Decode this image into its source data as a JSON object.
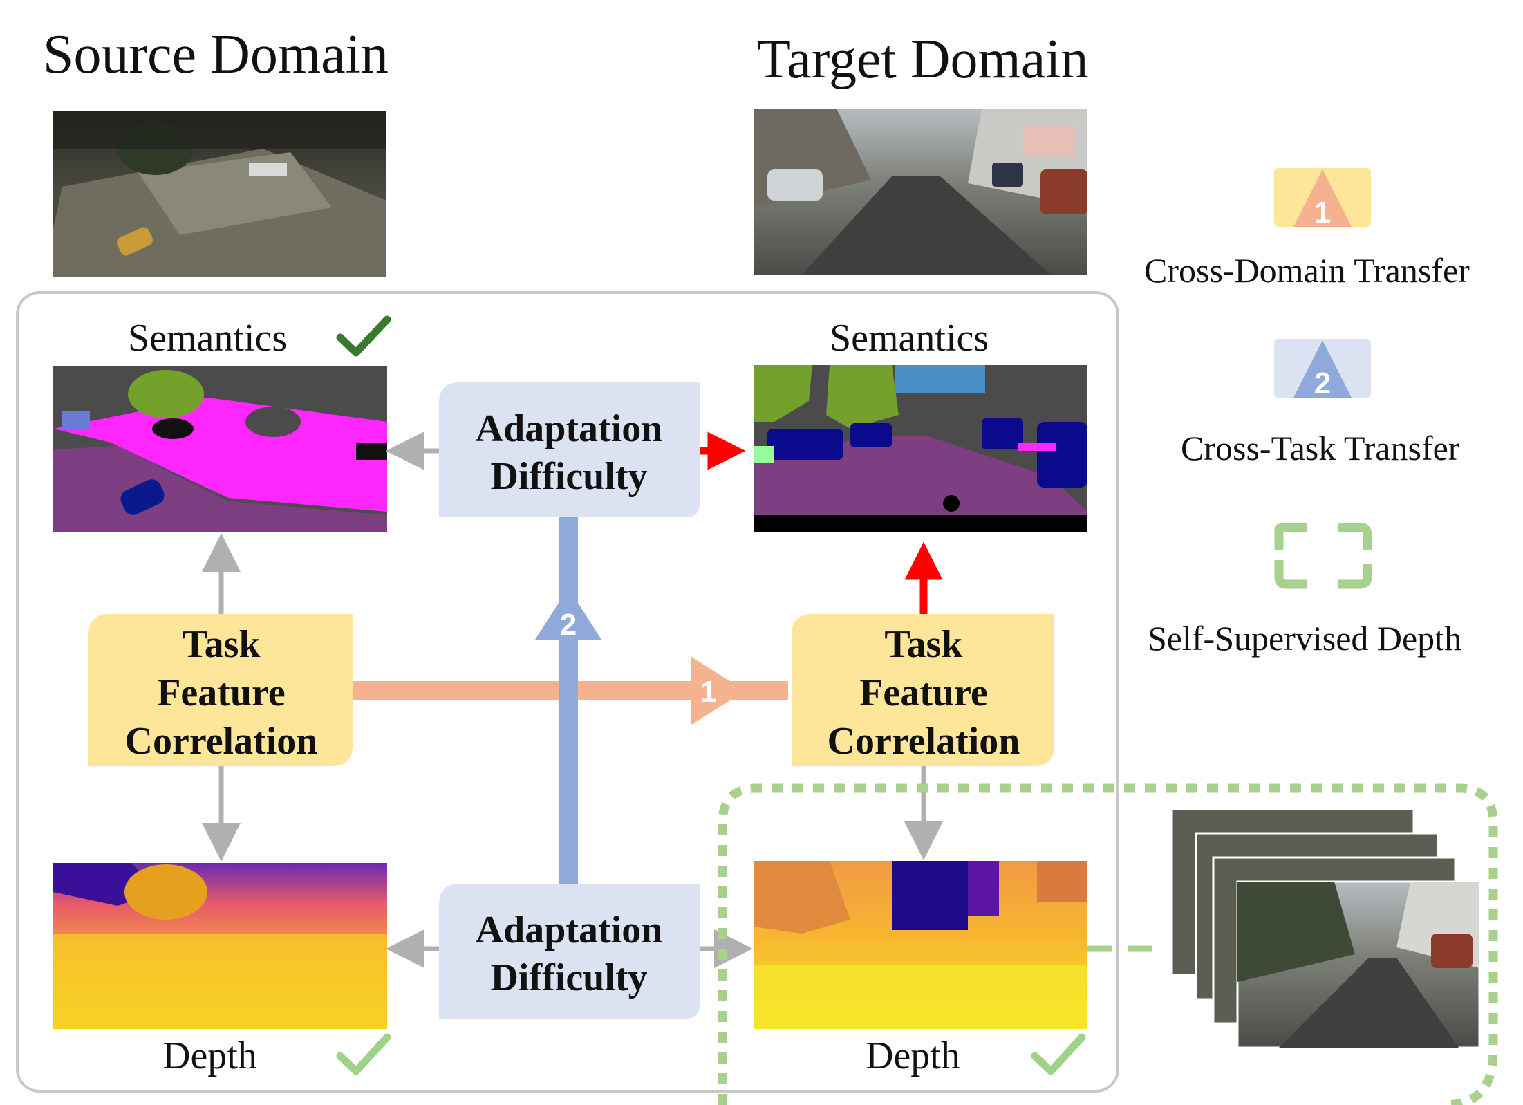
{
  "titles": {
    "source": "Source Domain",
    "target": "Target Domain"
  },
  "labels": {
    "source_semantics": "Semantics",
    "target_semantics": "Semantics",
    "source_depth": "Depth",
    "target_depth": "Depth"
  },
  "boxes": {
    "adaptation_top": [
      "Adaptation",
      "Difficulty"
    ],
    "adaptation_bottom": [
      "Adaptation",
      "Difficulty"
    ],
    "task_left": [
      "Task",
      "Feature",
      "Correlation"
    ],
    "task_right": [
      "Task",
      "Feature",
      "Correlation"
    ]
  },
  "badges": {
    "cross_domain": "1",
    "cross_task": "2"
  },
  "legend": [
    {
      "label": "Cross-Domain Transfer",
      "number": "1",
      "icon": "orange-triangle-icon"
    },
    {
      "label": "Cross-Task Transfer",
      "number": "2",
      "icon": "blue-triangle-icon"
    },
    {
      "label": "Self-Supervised Depth",
      "icon": "green-dashed-frame-icon"
    }
  ],
  "colors": {
    "task_box": "#fde59a",
    "adaptation_box": "#dbe3f2",
    "cross_domain_orange": "#f4b28e",
    "cross_task_blue": "#8fa9da",
    "self_supervised_green": "#a9d18e",
    "gray_arrow": "#b0b0b0",
    "red_arrow": "#ff0000",
    "check_dark_green": "#3a7a2e",
    "check_light_green": "#9fd38a"
  }
}
